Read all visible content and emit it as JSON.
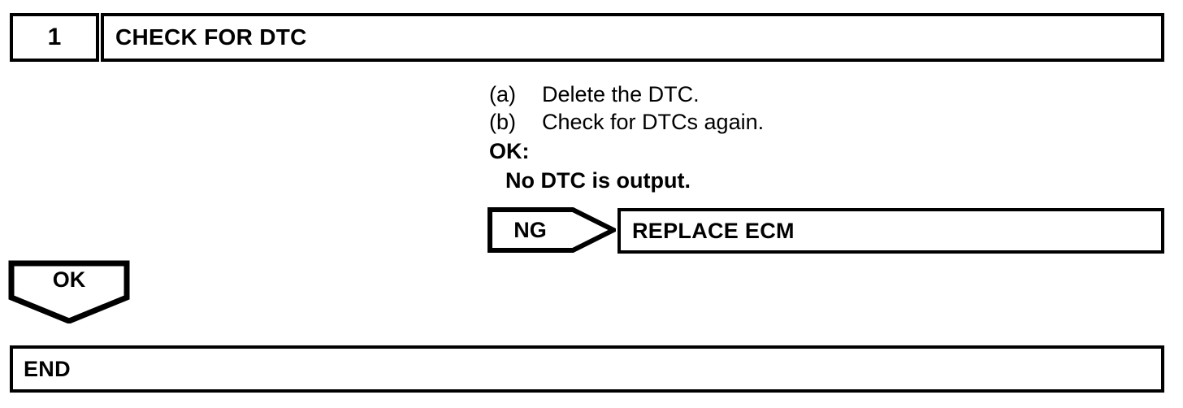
{
  "step": {
    "number": "1",
    "title": "CHECK FOR DTC"
  },
  "procedure": {
    "steps": [
      {
        "label": "(a)",
        "text": "Delete the DTC."
      },
      {
        "label": "(b)",
        "text": "Check for DTCs again."
      }
    ],
    "criterion_label": "OK:",
    "criterion_value": "No DTC is output."
  },
  "connectors": {
    "ng_label": "NG",
    "ok_label": "OK"
  },
  "result_box": {
    "label": "REPLACE ECM"
  },
  "end_box": {
    "label": "END"
  },
  "colors": {
    "line": "#000000",
    "background": "#ffffff",
    "text": "#000000"
  }
}
